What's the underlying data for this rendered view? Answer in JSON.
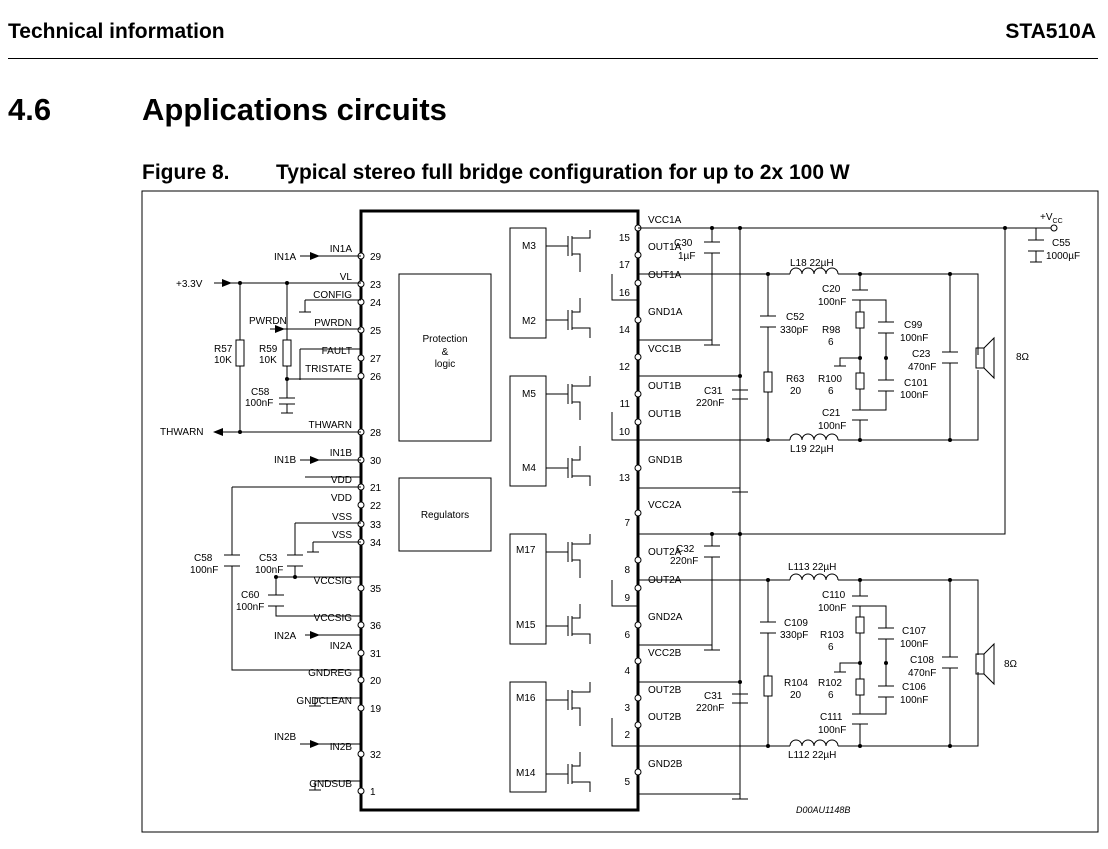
{
  "header": {
    "section_label": "Technical information",
    "product": "STA510A"
  },
  "section": {
    "number": "4.6",
    "title": "Applications circuits"
  },
  "figure": {
    "number": "Figure 8.",
    "title": "Typical stereo full bridge configuration for up to 2x 100 W",
    "ref_code": "D00AU1148B"
  },
  "ic": {
    "left_pins": [
      {
        "name": "IN1A",
        "num": "29"
      },
      {
        "name": "VL",
        "num": "23"
      },
      {
        "name": "CONFIG",
        "num": "24"
      },
      {
        "name": "PWRDN",
        "num": "25"
      },
      {
        "name": "FAULT",
        "num": "27"
      },
      {
        "name": "TRISTATE",
        "num": "26"
      },
      {
        "name": "THWARN",
        "num": "28"
      },
      {
        "name": "IN1B",
        "num": "30"
      },
      {
        "name": "VDD",
        "num": "21"
      },
      {
        "name": "VDD",
        "num": "22"
      },
      {
        "name": "VSS",
        "num": "33"
      },
      {
        "name": "VSS",
        "num": "34"
      },
      {
        "name": "VCCSIG",
        "num": "35"
      },
      {
        "name": "VCCSIG",
        "num": "36"
      },
      {
        "name": "IN2A",
        "num": "31"
      },
      {
        "name": "GNDREG",
        "num": "20"
      },
      {
        "name": "GNDCLEAN",
        "num": "19"
      },
      {
        "name": "IN2B",
        "num": "32"
      },
      {
        "name": "GNDSUB",
        "num": "1"
      }
    ],
    "right_pins": [
      {
        "name": "VCC1A",
        "num": "15"
      },
      {
        "name": "OUT1A",
        "num": "17"
      },
      {
        "name": "OUT1A",
        "num": "16"
      },
      {
        "name": "GND1A",
        "num": "14"
      },
      {
        "name": "VCC1B",
        "num": "12"
      },
      {
        "name": "OUT1B",
        "num": "11"
      },
      {
        "name": "OUT1B",
        "num": "10"
      },
      {
        "name": "GND1B",
        "num": "13"
      },
      {
        "name": "VCC2A",
        "num": "7"
      },
      {
        "name": "OUT2A",
        "num": "8"
      },
      {
        "name": "OUT2A",
        "num": "9"
      },
      {
        "name": "GND2A",
        "num": "6"
      },
      {
        "name": "VCC2B",
        "num": "4"
      },
      {
        "name": "OUT2B",
        "num": "3"
      },
      {
        "name": "OUT2B",
        "num": "2"
      },
      {
        "name": "GND2B",
        "num": "5"
      }
    ],
    "blocks": {
      "protection": [
        "Protection",
        "&",
        "logic"
      ],
      "regulators": "Regulators",
      "mosfets": [
        "M3",
        "M2",
        "M5",
        "M4",
        "M17",
        "M15",
        "M16",
        "M14"
      ]
    }
  },
  "signals": {
    "in1a": "IN1A",
    "v33": "+3.3V",
    "pwrdn": "PWRDN",
    "thwarn": "THWARN",
    "in1b": "IN1B",
    "in2a": "IN2A",
    "in2b": "IN2B",
    "vcc_main": "+V",
    "vcc_sub": "CC"
  },
  "components": {
    "r57": [
      "R57",
      "10K"
    ],
    "r59": [
      "R59",
      "10K"
    ],
    "c58a": [
      "C58",
      "100nF"
    ],
    "c58b": [
      "C58",
      "100nF"
    ],
    "c53": [
      "C53",
      "100nF"
    ],
    "c60": [
      "C60",
      "100nF"
    ],
    "c30": [
      "C30",
      "1µF"
    ],
    "c31a": [
      "C31",
      "220nF"
    ],
    "c32": [
      "C32",
      "220nF"
    ],
    "c31b": [
      "C31",
      "220nF"
    ],
    "c55": [
      "C55",
      "1000µF"
    ],
    "l18": "L18 22µH",
    "l19": "L19 22µH",
    "l113": "L113 22µH",
    "l112": "L112 22µH",
    "c52": [
      "C52",
      "330pF"
    ],
    "r63": [
      "R63",
      "20"
    ],
    "c20": [
      "C20",
      "100nF"
    ],
    "c21": [
      "C21",
      "100nF"
    ],
    "r98": [
      "R98",
      "6"
    ],
    "r100": [
      "R100",
      "6"
    ],
    "c99": [
      "C99",
      "100nF"
    ],
    "c101": [
      "C101",
      "100nF"
    ],
    "c23": [
      "C23",
      "470nF"
    ],
    "c109": [
      "C109",
      "330pF"
    ],
    "r104": [
      "R104",
      "20"
    ],
    "c110": [
      "C110",
      "100nF"
    ],
    "c111": [
      "C111",
      "100nF"
    ],
    "r103": [
      "R103",
      "6"
    ],
    "r102": [
      "R102",
      "6"
    ],
    "c107": [
      "C107",
      "100nF"
    ],
    "c106": [
      "C106",
      "100nF"
    ],
    "c108": [
      "C108",
      "470nF"
    ],
    "spk_top": "8Ω",
    "spk_bot": "8Ω"
  }
}
